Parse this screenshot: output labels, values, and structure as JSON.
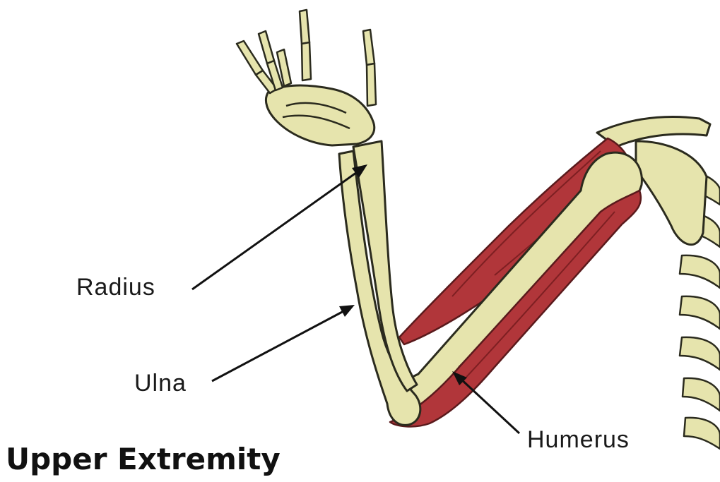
{
  "labels": {
    "radius": "Radius",
    "ulna": "Ulna",
    "humerus": "Humerus"
  },
  "title": "Upper Extremity",
  "colors": {
    "bone": "#e6e4ad",
    "muscle": "#b1363a",
    "outline": "#2b2b1e"
  }
}
